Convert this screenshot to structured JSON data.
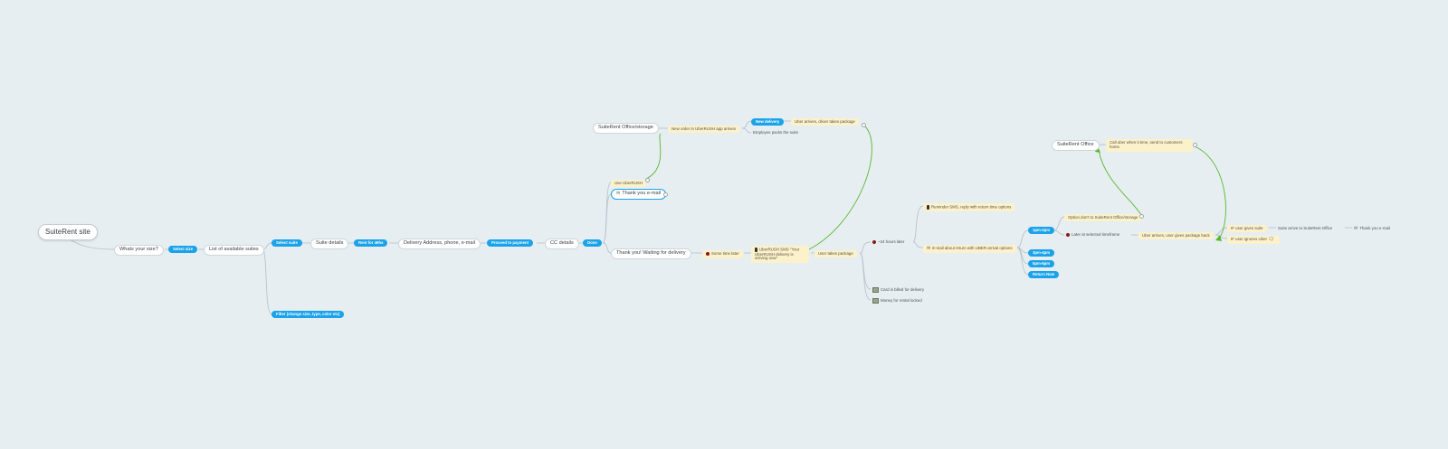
{
  "colors": {
    "background": "#e6eef2",
    "pill": "#1aa3ea",
    "note": "#fbf1cb",
    "relationship": "#5cb82a",
    "branch": "#b9c4ca"
  },
  "nodes": {
    "root": "SuiteRent site",
    "whats_your_size": "Whats your size?",
    "select_size": "Select size",
    "list_suites": "List of available suites",
    "filter": "Filter (change size, type, color etc)",
    "select_suite": "Select suite",
    "suite_details": "Suite details",
    "rent_for": "Rent for 49hs",
    "delivery_address": "Delivery Address, phone, e-mail",
    "proceed_payment": "Proceed to payment",
    "cc_details": "CC details",
    "done": "Done",
    "use_uberrush": "Use UberRUSH",
    "thank_you_email": "Thank you e-mail",
    "thank_you_waiting": "Thank you! Waiting for delivery",
    "some_time_later": "Some time later",
    "uberrush_sms": "UberRUSH SMS \"Your UberRUSH delivery is arriving now\"",
    "user_takes_package": "User takes package",
    "suiterent_office_storage": "SuiteRent Office/storage",
    "new_order": "New order in UberRUSH app arrives",
    "new_delivery": "New delivery",
    "uber_arrives_takes": "Uber arrives, driver takes package",
    "employee_packs": "Employee packs the suite",
    "hours_later": "~24 hours later",
    "reminder_sms": "Reminder SMS, reply with return time options",
    "email_return": "E-mail about return with UBER arrival options",
    "card_billed": "Card is billed for delivery",
    "money_locked": "Money for rental locked",
    "time_1pm_2pm": "1pm-2pm",
    "time_3pm_4pm": "3pm-4pm",
    "time_5pm_6pm": "5pm-6pm",
    "return_now": "Return Now",
    "option_dont": "Option don't to SuiteRent Office/storage",
    "later_selected": "Later at selected timeframe",
    "uber_arrives_gives": "Uber arrives, user gives package back",
    "suiterent_office": "SuiteRent Office",
    "call_uber": "Call uber when it time, send to customers home",
    "user_gives_suite": "IF user gives suite",
    "user_ignores_uber": "IF user ignores Uber",
    "suite_arrive": "Suite arrive to SuiteRent Office",
    "thank_you_email2": "Thank you e-mail"
  },
  "icons": {
    "email": "envelope-icon",
    "alarm": "alarm-clock-icon",
    "phone": "mobile-phone-icon",
    "card": "credit-card-icon",
    "comment": "speech-bubble-icon"
  }
}
